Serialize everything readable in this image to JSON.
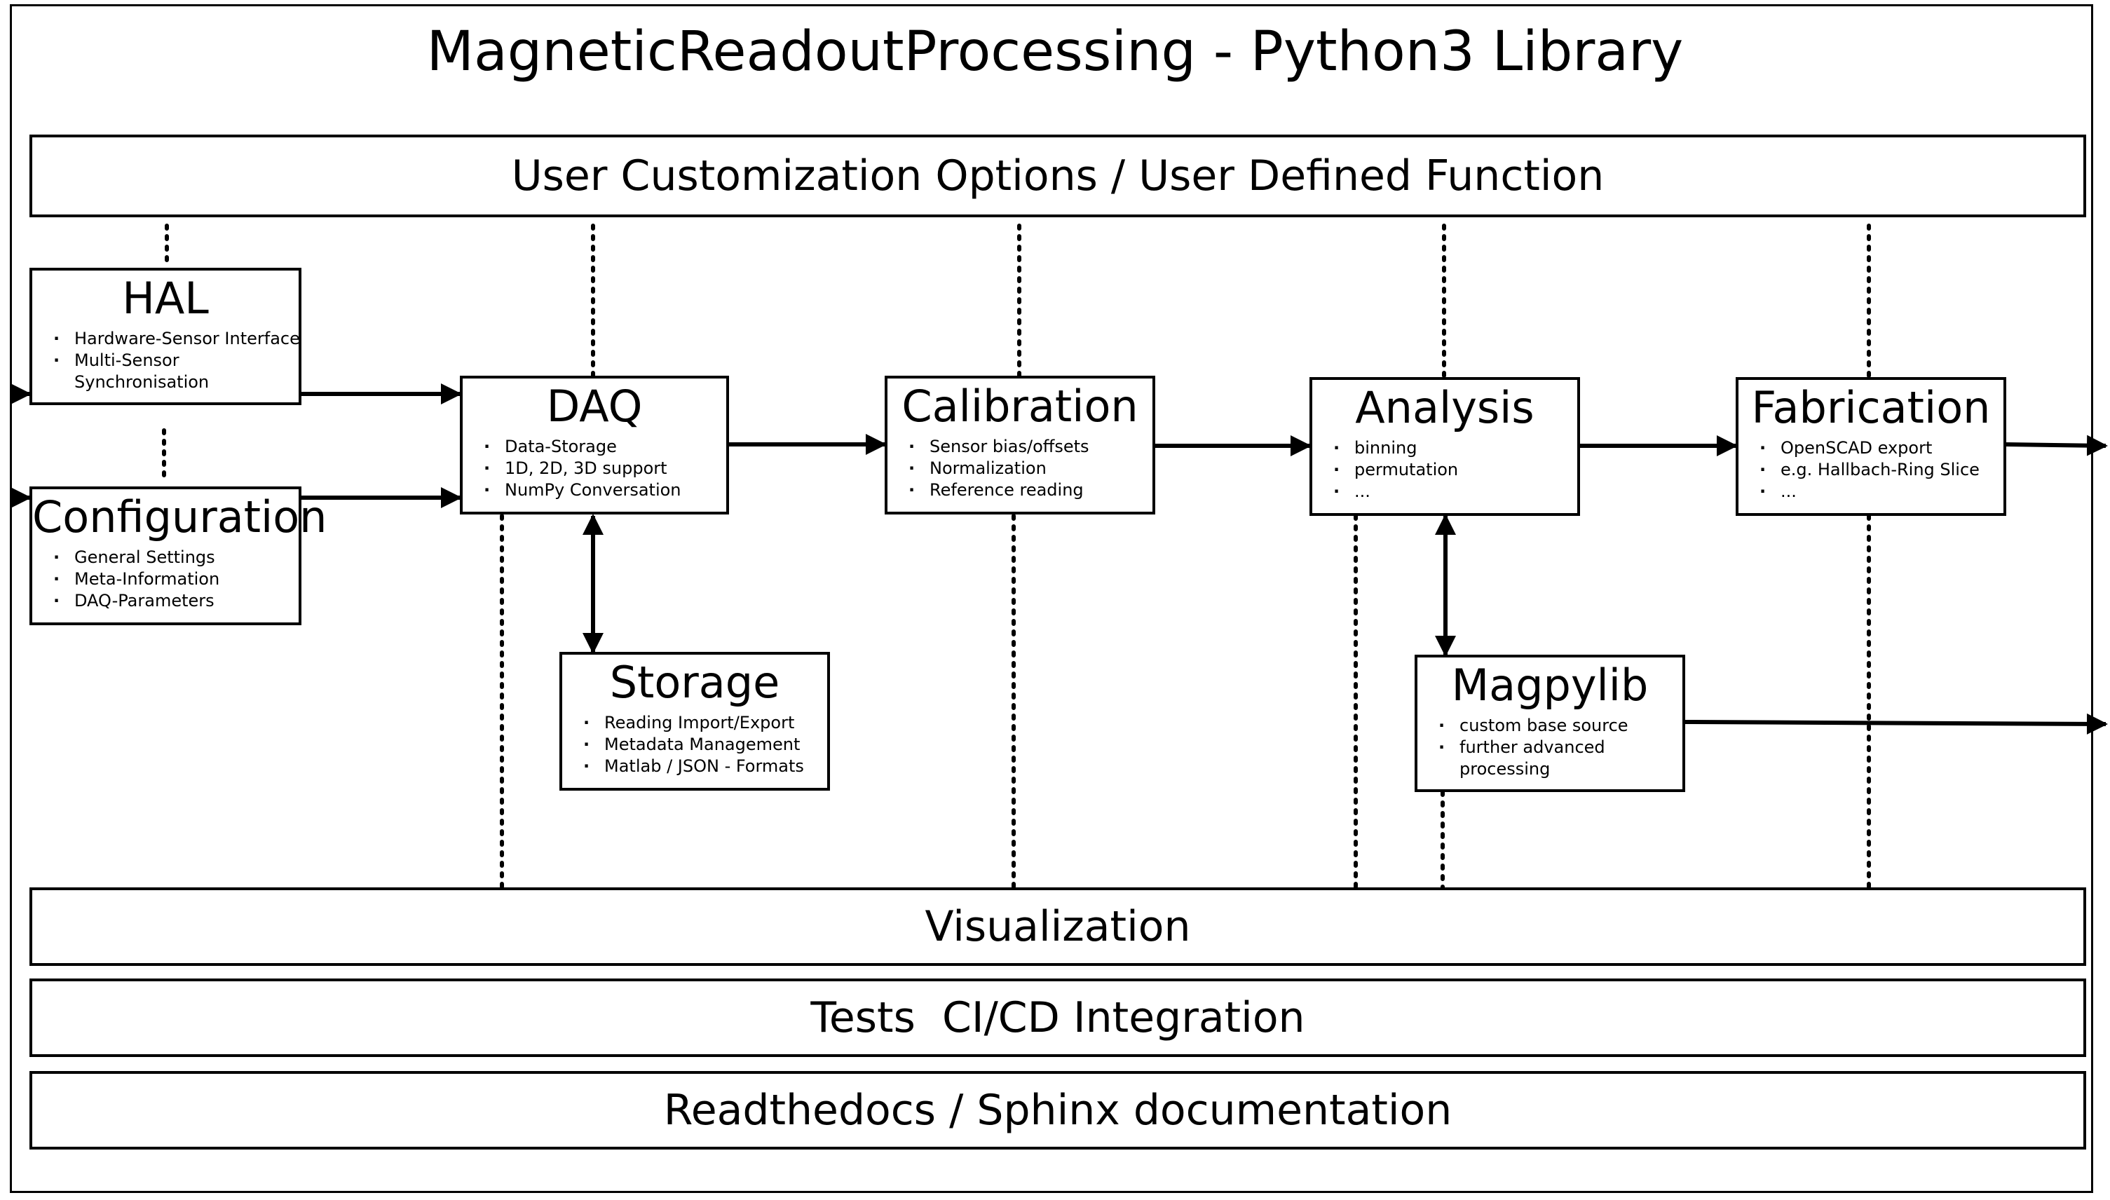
{
  "title": "MagneticReadoutProcessing - Python3 Library",
  "bands": {
    "user": "User Customization Options / User Defined Function",
    "visualization": "Visualization",
    "tests": "Tests  CI/CD Integration",
    "docs": "Readthedocs / Sphinx documentation"
  },
  "modules": {
    "hal": {
      "name": "HAL",
      "items": [
        "Hardware-Sensor Interface",
        "Multi-Sensor",
        "Synchronisation"
      ]
    },
    "configuration": {
      "name": "Configuration",
      "items": [
        "General Settings",
        "Meta-Information",
        "DAQ-Parameters"
      ]
    },
    "daq": {
      "name": "DAQ",
      "items": [
        "Data-Storage",
        "1D, 2D, 3D support",
        "NumPy Conversation"
      ]
    },
    "calibration": {
      "name": "Calibration",
      "items": [
        "Sensor bias/offsets",
        "Normalization",
        "Reference reading"
      ]
    },
    "analysis": {
      "name": "Analysis",
      "items": [
        "binning",
        "permutation",
        "..."
      ]
    },
    "fabrication": {
      "name": "Fabrication",
      "items": [
        "OpenSCAD export",
        "e.g. Hallbach-Ring Slice",
        "..."
      ]
    },
    "storage": {
      "name": "Storage",
      "items": [
        "Reading Import/Export",
        "Metadata Management",
        "Matlab / JSON - Formats"
      ]
    },
    "magpylib": {
      "name": "Magpylib",
      "items": [
        "custom base source",
        "further advanced",
        "processing"
      ]
    }
  }
}
